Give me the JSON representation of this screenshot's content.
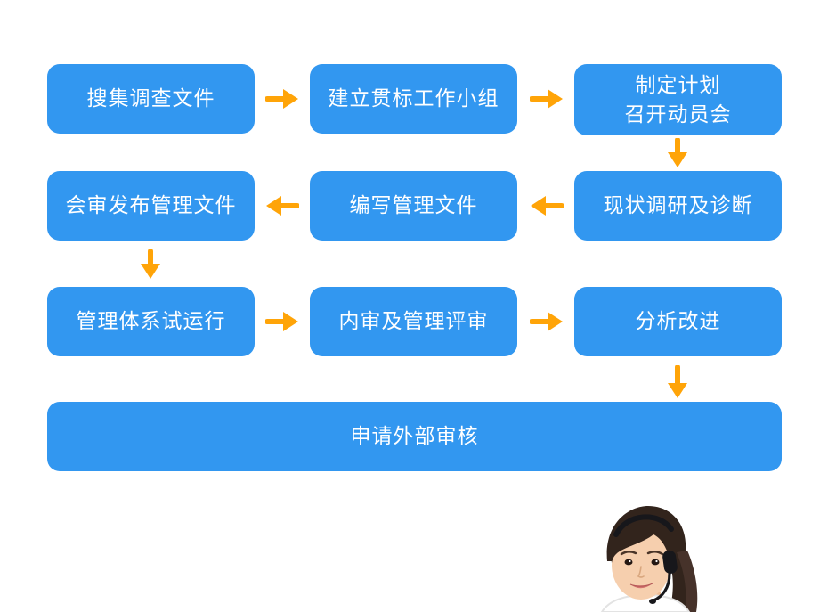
{
  "page": {
    "background": "#ffffff"
  },
  "palette": {
    "box_blue": "#3297f0",
    "arrow_orange": "#ffa408",
    "box_text": "#ffffff"
  },
  "flow": {
    "nodes": [
      {
        "id": "collect-survey-documents",
        "label": "搜集调查文件"
      },
      {
        "id": "establish-implementation-team",
        "label": "建立贯标工作小组"
      },
      {
        "id": "make-plan-hold-mobilization",
        "label": "制定计划",
        "label2": "召开动员会"
      },
      {
        "id": "current-status-research",
        "label": "现状调研及诊断"
      },
      {
        "id": "write-management-documents",
        "label": "编写管理文件"
      },
      {
        "id": "review-publish-documents",
        "label": "会审发布管理文件"
      },
      {
        "id": "system-trial-run",
        "label": "管理体系试运行"
      },
      {
        "id": "internal-audit-review",
        "label": "内审及管理评审"
      },
      {
        "id": "analyze-improve",
        "label": "分析改进"
      },
      {
        "id": "apply-external-audit",
        "label": "申请外部审核"
      }
    ],
    "arrows": [
      {
        "from": "collect-survey-documents",
        "to": "establish-implementation-team",
        "direction": "right"
      },
      {
        "from": "establish-implementation-team",
        "to": "make-plan-hold-mobilization",
        "direction": "right"
      },
      {
        "from": "make-plan-hold-mobilization",
        "to": "current-status-research",
        "direction": "down"
      },
      {
        "from": "current-status-research",
        "to": "write-management-documents",
        "direction": "left"
      },
      {
        "from": "write-management-documents",
        "to": "review-publish-documents",
        "direction": "left"
      },
      {
        "from": "review-publish-documents",
        "to": "system-trial-run",
        "direction": "down"
      },
      {
        "from": "system-trial-run",
        "to": "internal-audit-review",
        "direction": "right"
      },
      {
        "from": "internal-audit-review",
        "to": "analyze-improve",
        "direction": "right"
      },
      {
        "from": "analyze-improve",
        "to": "apply-external-audit",
        "direction": "down"
      }
    ]
  },
  "photo": {
    "description": "customer-service-agent-with-headset"
  }
}
